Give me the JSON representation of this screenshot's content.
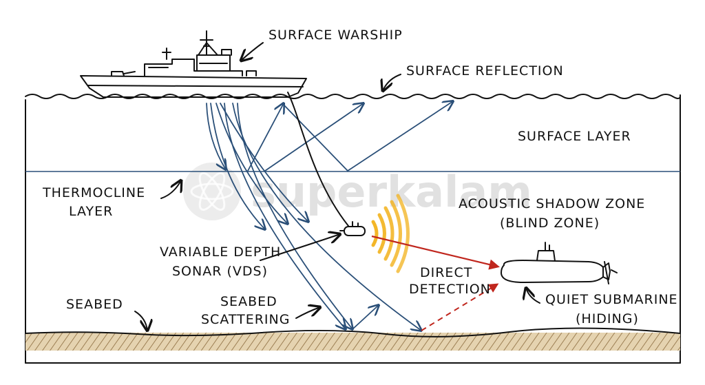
{
  "labels": {
    "surface_warship": "SURFACE WARSHIP",
    "surface_reflection": "SURFACE REFLECTION",
    "surface_layer": "SURFACE LAYER",
    "thermocline_line1": "THERMOCLINE",
    "thermocline_line2": "LAYER",
    "acoustic_line1": "ACOUSTIC SHADOW ZONE",
    "acoustic_line2": "(BLIND ZONE)",
    "vds_line1": "VARIABLE DEPTH",
    "vds_line2": "SONAR (VDS)",
    "direct_line1": "DIRECT",
    "direct_line2": "DETECTION",
    "seabed": "SEABED",
    "scatter_line1": "SEABED",
    "scatter_line2": "SCATTERING",
    "sub_line1": "QUIET SUBMARINE",
    "sub_line2": "(HIDING)"
  },
  "watermark": "superkalam",
  "colors": {
    "ink": "#111111",
    "sound_ray": "#2a4f78",
    "detection": "#c0261d",
    "sonar_pulse": "#f2b21c",
    "seabed_fill": "#e5d3b0",
    "seabed_hatch": "#8a6a3c"
  }
}
